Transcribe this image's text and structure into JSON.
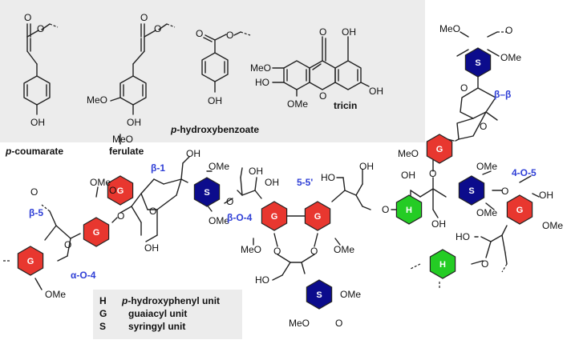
{
  "colors": {
    "guaiacyl": "#e8372f",
    "syringyl": "#0c0c8c",
    "hydroxyphenyl": "#24cc24",
    "linkage_text": "#2f3fd6",
    "panel_bg": "#ececec"
  },
  "compounds": {
    "p_coumarate": {
      "prefix": "p",
      "rest": "-coumarate"
    },
    "ferulate": "ferulate",
    "p_hydroxybenzoate": {
      "prefix": "p",
      "rest": "-hydroxybenzoate"
    },
    "tricin": "tricin"
  },
  "atoms": {
    "OH": "OH",
    "O": "O",
    "MeO": "MeO",
    "OMe": "OMe",
    "HO": "HO"
  },
  "units": {
    "G": "G",
    "S": "S",
    "H": "H"
  },
  "linkages": {
    "beta_beta": "β–β",
    "beta_1": "β-1",
    "beta_5": "β-5",
    "alpha_O_4": "α-O-4",
    "beta_O_4": "β-O-4",
    "five_five": "5-5'",
    "four_O_5": "4-O-5"
  },
  "legend": [
    {
      "key": "H",
      "prefix": "p",
      "rest": "-hydroxyphenyl unit"
    },
    {
      "key": "G",
      "prefix": "",
      "rest": "guaiacyl unit"
    },
    {
      "key": "S",
      "prefix": "",
      "rest": "syringyl unit"
    }
  ]
}
